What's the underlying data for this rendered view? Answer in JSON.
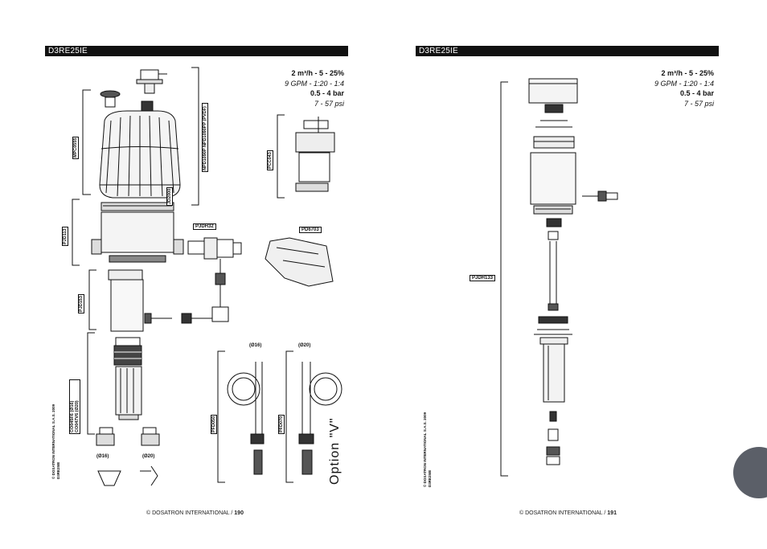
{
  "left_page": {
    "title": "D3RE25IE",
    "specs": {
      "flow": "2 m³/h  -  5  - 25%",
      "flow_us": "9 GPM - 1:20 -  1:4",
      "pressure": "0.5 -  4 bar",
      "pressure_us": "7  - 57 psi"
    },
    "part_labels": {
      "mpc": "MPC0555",
      "bridge": "NPD1090P NPD1090PP (PVDF)",
      "pjd113": "PJD113",
      "jd": "JD2000",
      "pjd153": "PJD153",
      "pjdh32": "PJDH32",
      "pcc": "PCC043",
      "pd": "PD6703",
      "conn": "CO045F6 (Ø16) CO047V6 (Ø20)",
      "pfl1": "PFD050",
      "pfl2": "PFD070"
    },
    "sizes": {
      "d16a": "(Ø16)",
      "d20a": "(Ø20)",
      "d16b": "(Ø16)",
      "d20b": "(Ø20)"
    },
    "option": "Option \"V\"",
    "copyright": "© DOSATRON INTERNATIONAL S.A.S. 2009 D3RE25IE",
    "footer_text": "© DOSATRON INTERNATIONAL /",
    "page_number": "190"
  },
  "right_page": {
    "title": "D3RE25IE",
    "specs": {
      "flow": "2 m³/h  -  5  - 25%",
      "flow_us": "9 GPM - 1:20 -  1:4",
      "pressure": "0.5 -  4 bar",
      "pressure_us": "7  - 57 psi"
    },
    "part_labels": {
      "pjdh": "PJDH133"
    },
    "copyright": "© DOSATRON INTERNATIONAL S.A.S. 2009 D3RE25IE",
    "footer_text": "© DOSATRON INTERNATIONAL /",
    "page_number": "191"
  }
}
